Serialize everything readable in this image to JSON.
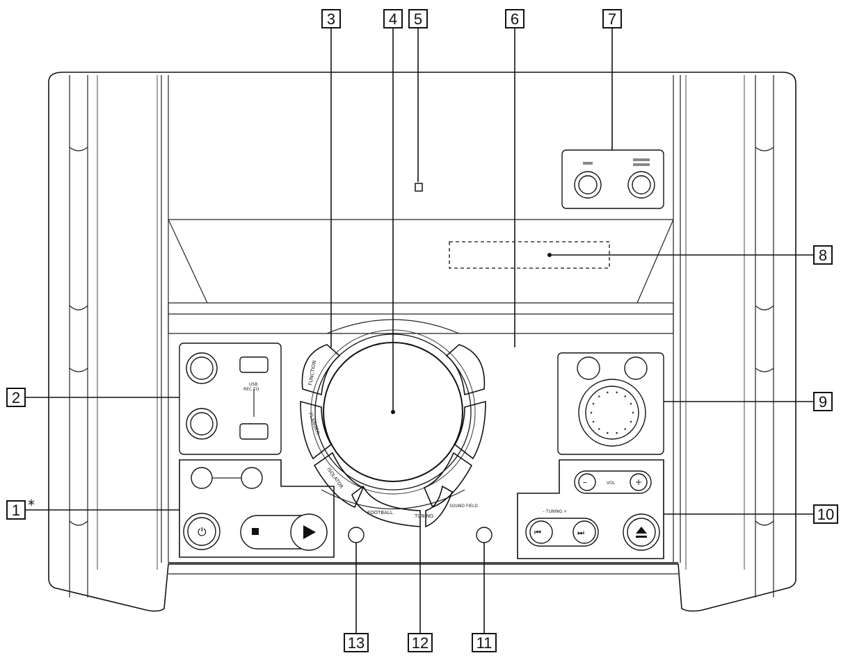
{
  "callouts": [
    {
      "id": "1",
      "label": "1",
      "star": "*"
    },
    {
      "id": "2",
      "label": "2"
    },
    {
      "id": "3",
      "label": "3"
    },
    {
      "id": "4",
      "label": "4"
    },
    {
      "id": "5",
      "label": "5"
    },
    {
      "id": "6",
      "label": "6"
    },
    {
      "id": "7",
      "label": "7"
    },
    {
      "id": "8",
      "label": "8"
    },
    {
      "id": "9",
      "label": "9"
    },
    {
      "id": "10",
      "label": "10"
    },
    {
      "id": "11",
      "label": "11"
    },
    {
      "id": "12",
      "label": "12"
    },
    {
      "id": "13",
      "label": "13"
    }
  ],
  "panel_labels": {
    "function": "FUNCTION",
    "flanger": "FLANGER",
    "isolator": "ISOLATOR",
    "football": "FOOTBALL",
    "tuning": "TUNING",
    "sound_field": "SOUND FIELD",
    "vol": "VOL",
    "tuning_minus_plus": "– TUNING +",
    "usb": "USB",
    "rec_to": "REC TO"
  }
}
